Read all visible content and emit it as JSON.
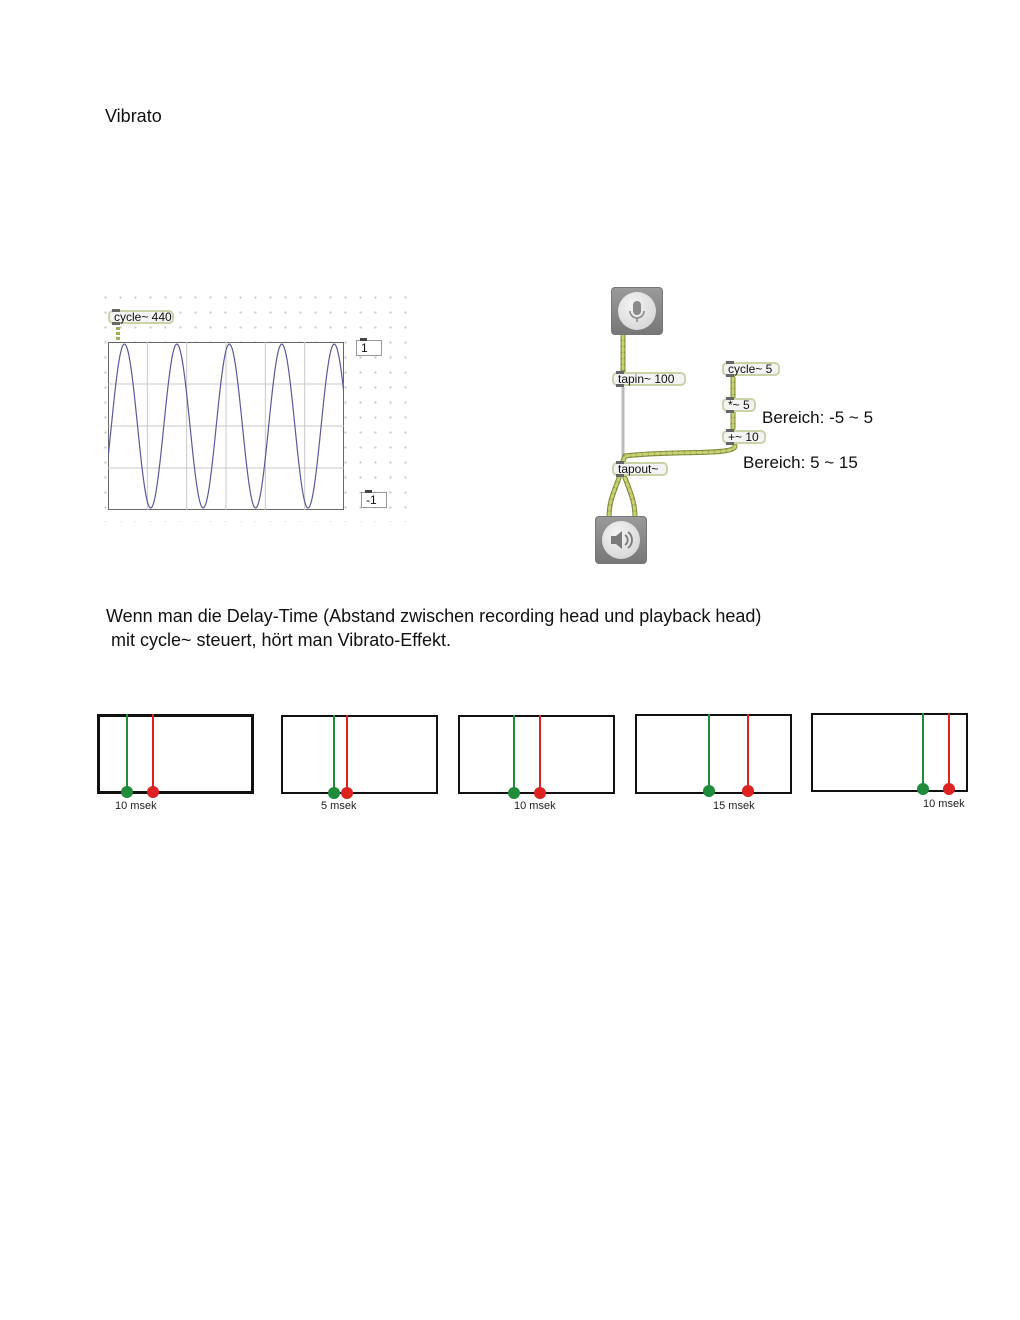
{
  "title": "Vibrato",
  "left_patch": {
    "object_label": "cycle~ 440",
    "scope_max": "1",
    "scope_min": "-1"
  },
  "right_patch": {
    "mic_icon": "microphone-icon",
    "speaker_icon": "speaker-icon",
    "tapin_label": "tapin~ 100",
    "tapout_label": "tapout~",
    "cycle_label": "cycle~ 5",
    "mul_label": "*~ 5",
    "add_label": "+~ 10",
    "range_mul": "Bereich: -5 ~ 5",
    "range_add": "Bereich: 5 ~ 15"
  },
  "description": {
    "line1": "Wenn man die Delay-Time (Abstand zwischen recording head und playback head)",
    "line2": " mit cycle~ steuert, hört man Vibrato-Effekt."
  },
  "diagrams": [
    {
      "label": "10 msek",
      "delay_ms": 10
    },
    {
      "label": "5 msek",
      "delay_ms": 5
    },
    {
      "label": "10 msek",
      "delay_ms": 10
    },
    {
      "label": "15 msek",
      "delay_ms": 15
    },
    {
      "label": "10 msek",
      "delay_ms": 10
    }
  ],
  "colors": {
    "recording_head": "#1e8c3a",
    "playback_head": "#dd2222",
    "signal_cable": "#b0c060",
    "scope_wave": "#5a5a9a"
  }
}
